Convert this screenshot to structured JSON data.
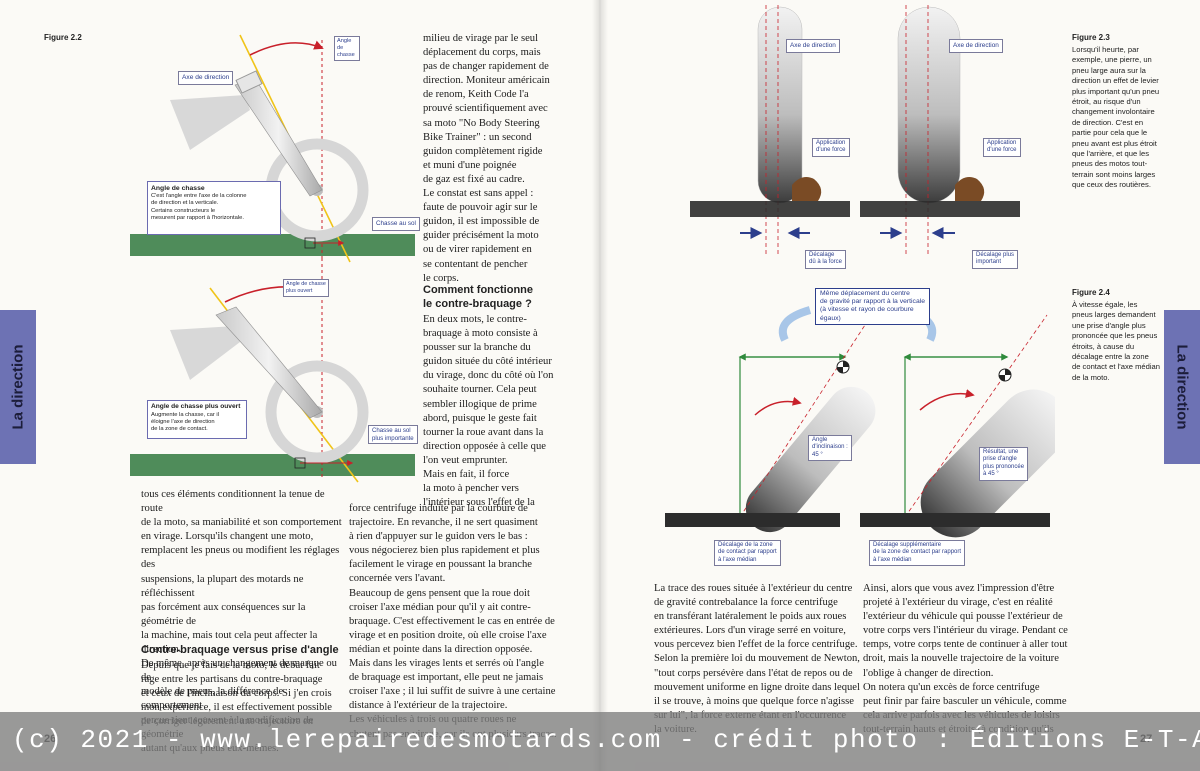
{
  "left_page": {
    "figure_label": "Figure 2.2",
    "fig22": {
      "axis_label": "Axe de direction",
      "angle_label": "Angle de chasse",
      "box1_title": "Angle de chasse",
      "box1_text": "C'est l'angle entre l'axe de la colonne\nde direction et la verticale.\nCertains constructeurs le\nmesurent par rapport à l'horizontale.",
      "trail_label": "Chasse au sol",
      "angle2_label": "Angle de chasse\nplus ouvert",
      "box2_title": "Angle de chasse plus ouvert",
      "box2_text": "Augmente la chasse, car il\néloigne l'axe de direction\nde la zone de contact.",
      "trail2_label": "Chasse au sol\nplus importante"
    },
    "col_right_top": "milieu de virage par le seul\ndéplacement du corps, mais\npas de changer rapidement de\ndirection. Moniteur américain\nde renom, Keith Code l'a\nprouvé scientifiquement avec\nsa moto \"No Body Steering\nBike Trainer\" : un second\nguidon complètement rigide\net muni d'une poignée\nde gaz est fixé au cadre.\nLe constat est sans appel :\nfaute de pouvoir agir sur le\nguidon, il est impossible de\nguider précisément la moto\nou de virer rapidement en\nse contentant de pencher\nle corps.",
    "heading_contre": "Comment fonctionne\nle contre-braquage ?",
    "col_right_mid": "En deux mots, le contre-\nbraquage à moto consiste à\npousser sur la branche du\nguidon située du côté intérieur\ndu virage, donc du côté où l'on\nsouhaite tourner. Cela peut\nsembler illogique de prime\nabord, puisque le geste fait\ntourner la roue avant dans la\ndirection opposée à celle que\nl'on veut emprunter.\n       Mais en fait, il force\nla moto à pencher vers\nl'intérieur sous l'effet de la",
    "col_left_bottom": "tous ces éléments conditionnent la tenue de route\nde la moto, sa maniabilité et son comportement\nen virage. Lorsqu'ils changent une moto,\nremplacent les pneus ou modifient les réglages des\nsuspensions, la plupart des motards ne réfléchissent\npas forcément aux conséquences sur la géométrie de\nla machine, mais tout cela peut affecter la direction.\nDe même, après un changement de marque ou de\nmodèle de pneus, la différence de comportement\nperçue tient souvent à la modification de géométrie\nautant qu'aux pneus eux-mêmes.",
    "heading_versus": "Contre-braquage versus prise d'angle",
    "col_left_bottom2": "Depuis que je fais de la moto, le débat fait\nrage entre les partisans du contre-braquage\net ceux de l'inclinaison du corps. Si j'en crois\nmon expérience, il est effectivement possible\nde corriger légèrement une trajectoire en",
    "col_right_bottom": "force centrifuge induite par la courbure de\ntrajectoire. En revanche, il ne sert quasiment\nà rien d'appuyer sur le guidon vers le bas :\nvous négocierez bien plus rapidement et plus\nfacilement le virage en poussant la branche\nconcernée vers l'avant.\n       Beaucoup de gens pensent que la roue doit\ncroiser l'axe médian pour qu'il y ait contre-\nbraquage. C'est effectivement le cas en entrée de\nvirage et en position droite, où elle croise l'axe\nmédian et pointe dans la direction opposée.\nMais dans les virages lents et serrés où l'angle\nde braquage est important, elle peut ne jamais\ncroiser l'axe ; il lui suffit de suivre à une certaine\ndistance à l'extérieur de la trajectoire.\n       Les véhicules à trois ou quatre roues ne\nchutent pas en virage, car ils ont plusieurs traces.",
    "tab_label": "La direction",
    "page_number": "26"
  },
  "right_page": {
    "fig23_label": "Figure 2.3",
    "fig23_caption": "Lorsqu'il heurte, par\nexemple, une pierre, un\npneu large aura sur la\ndirection un effet de levier\nplus important qu'un pneu\nétroit, au risque d'un\nchangement involontaire\nde direction. C'est en\npartie pour cela que le\npneu avant est plus étroit\nque l'arrière, et que les\npneus des motos tout-\nterrain sont moins larges\nque ceux des routières.",
    "fig23": {
      "axis_a": "Axe de direction",
      "axis_b": "Axe de direction",
      "force_a": "Application\nd'une force",
      "force_b": "Application\nd'une force",
      "offset_a": "Décalage\ndû à la force",
      "offset_b": "Décalage plus\nimportant"
    },
    "fig24_label": "Figure 2.4",
    "fig24_caption": "À vitesse égale, les\npneus larges demandent\nune prise d'angle plus\nprononcée que les pneus\nétroits, à cause du\ndécalage entre la zone\nde contact et l'axe médian\nde la moto.",
    "fig24": {
      "top_box": "Même déplacement du centre\nde gravité par rapport à la verticale\n(à vitesse et rayon de courbure\négaux)",
      "incl_label": "Angle\nd'inclinaison :\n45 °",
      "result_label": "Résultat, une\nprise d'angle\nplus prononcée\nà 45 °",
      "offset_a": "Décalage de la zone\nde contact par rapport\nà l'axe médian",
      "offset_b": "Décalage supplémentaire\nde la zone de contact par rapport\nà l'axe médian"
    },
    "col_left": "La trace des roues située à l'extérieur du centre\nde gravité contrebalance la force centrifuge\nen transférant latéralement le poids aux roues\nextérieures. Lors d'un virage serré en voiture,\nvous percevez bien l'effet de la force centrifuge.\nSelon la première loi du mouvement de Newton,\n\"tout corps persévère dans l'état de repos ou de\nmouvement uniforme en ligne droite dans lequel\nil se trouve, à moins que quelque force n'agisse\nsur lui\", la force externe étant en l'occurrence\nla voiture.",
    "col_right": "       Ainsi, alors que vous avez l'impression d'être\nprojeté à l'extérieur du virage, c'est en réalité\nl'extérieur du véhicule qui pousse l'extérieur de\nvotre corps vers l'intérieur du virage. Pendant ce\ntemps, votre corps tente de continuer à aller tout\ndroit, mais la nouvelle trajectoire de la voiture\nl'oblige à changer de direction.\n       On notera qu'un excès de force centrifuge\npeut finir par faire basculer un véhicule, comme\ncela arrive parfois avec les véhicules de loisirs\ntout-terrain hauts et étroits (à condition qu'ils",
    "tab_label": "La direction",
    "page_number": "27"
  },
  "watermark": "(c) 2021 - www.lerepairedesmotards.com  - crédit photo : Éditions E-T-A-I",
  "colors": {
    "tab": "#6d72b4",
    "ground": "#4f8c5a",
    "arrow": "#c8202a",
    "axis": "#f0c419",
    "label_blue": "#2c3e8c"
  }
}
